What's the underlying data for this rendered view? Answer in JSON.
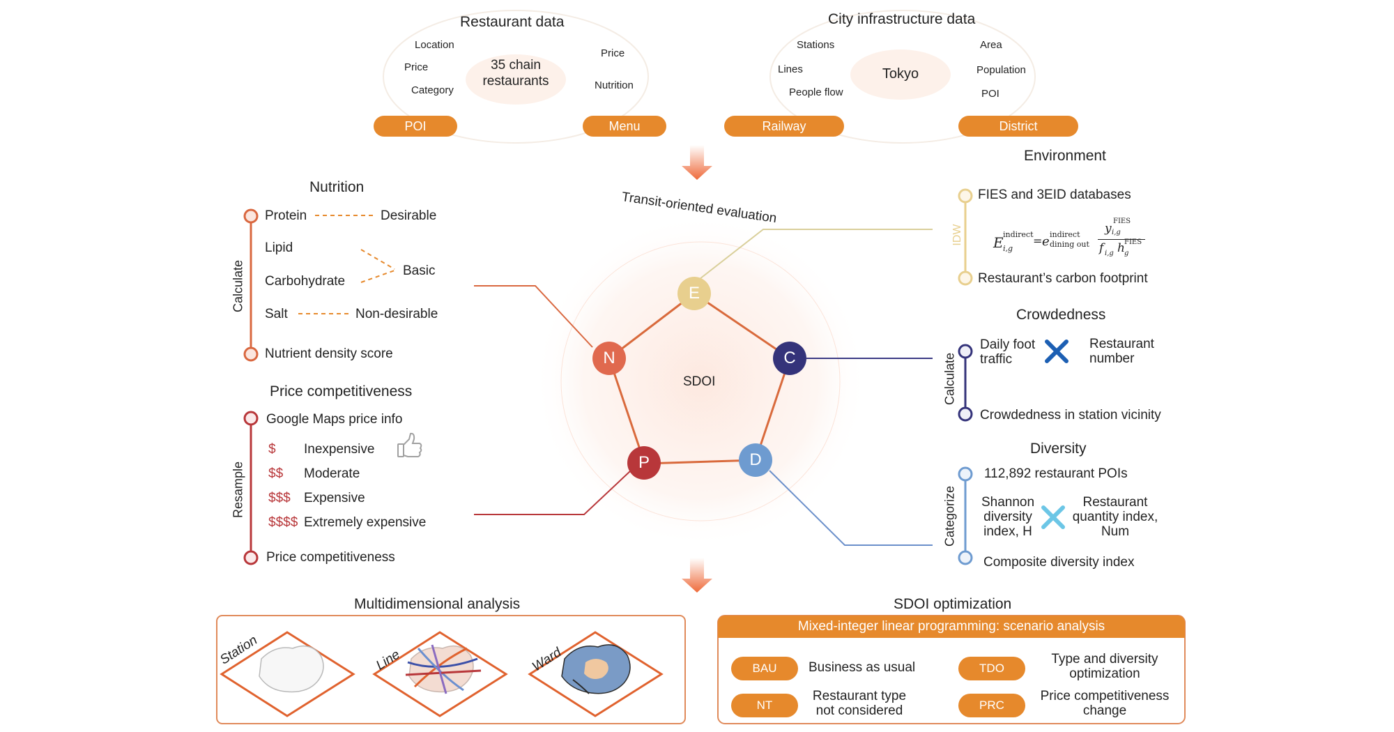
{
  "restaurant": {
    "title": "Restaurant data",
    "center": "35 chain\nrestaurants",
    "left_labels": [
      "Location",
      "Price",
      "Category"
    ],
    "right_labels": [
      "Price",
      "Nutrition"
    ],
    "pill_left": "POI",
    "pill_right": "Menu"
  },
  "city": {
    "title": "City infrastructure data",
    "center": "Tokyo",
    "left_labels": [
      "Stations",
      "Lines",
      "People flow"
    ],
    "right_labels": [
      "Area",
      "Population",
      "POI"
    ],
    "pill_left": "Railway",
    "pill_right": "District"
  },
  "center": {
    "arc_title": "Transit-oriented evaluation",
    "sdoi": "SDOI",
    "nodes": {
      "E": "E",
      "C": "C",
      "D": "D",
      "P": "P",
      "N": "N"
    }
  },
  "nutrition": {
    "title": "Nutrition",
    "side": "Calculate",
    "protein": "Protein",
    "desirable": "Desirable",
    "lipid": "Lipid",
    "carbohydrate": "Carbohydrate",
    "basic": "Basic",
    "salt": "Salt",
    "non_desirable": "Non-desirable",
    "result": "Nutrient density score"
  },
  "price": {
    "title": "Price competitiveness",
    "side": "Resample",
    "top": "Google Maps price info",
    "levels": [
      {
        "sym": "$",
        "label": "Inexpensive"
      },
      {
        "sym": "$$",
        "label": "Moderate"
      },
      {
        "sym": "$$$",
        "label": "Expensive"
      },
      {
        "sym": "$$$$",
        "label": "Extremely expensive"
      }
    ],
    "result": "Price competitiveness",
    "icon": "thumbs-up-icon"
  },
  "environment": {
    "title": "Environment",
    "side": "IDW",
    "top": "FIES and 3EID databases",
    "result": "Restaurant’s carbon footprint",
    "formula": {
      "lhs": "E",
      "lhs_sup": "indirect",
      "lhs_sub": "i,g",
      "eq": "=",
      "e": "e",
      "e_sup": "indirect",
      "e_sub": "dining out",
      "num": "y",
      "num_sup": "FIES",
      "num_sub": "i,g",
      "den_f": "f",
      "den_f_sub": "i,g",
      "den_h": "h",
      "den_h_sup": "FIES",
      "den_h_sub": "g"
    }
  },
  "crowdedness": {
    "title": "Crowdedness",
    "side": "Calculate",
    "left": "Daily foot\ntraffic",
    "right": "Restaurant\nnumber",
    "result": "Crowdedness in station vicinity"
  },
  "diversity": {
    "title": "Diversity",
    "side": "Categorize",
    "top": "112,892 restaurant POIs",
    "left": "Shannon\ndiversity\nindex, H",
    "right": "Restaurant\nquantity index,\nNum",
    "result": "Composite diversity index"
  },
  "multi": {
    "title": "Multidimensional analysis",
    "labels": [
      "Station",
      "Line",
      "Ward"
    ]
  },
  "optim": {
    "title": "SDOI optimization",
    "banner": "Mixed-integer linear programming: scenario analysis",
    "items": [
      {
        "tag": "BAU",
        "desc": "Business as usual"
      },
      {
        "tag": "NT",
        "desc": "Restaurant type\nnot considered"
      },
      {
        "tag": "TDO",
        "desc": "Type and diversity\noptimization"
      },
      {
        "tag": "PRC",
        "desc": "Price competitiveness\nchange"
      }
    ]
  },
  "colors": {
    "orange": "#e6892c",
    "E": "#e8cf8e",
    "C": "#34337a",
    "D": "#6e9bd0",
    "P": "#b8373a",
    "N": "#e0694e"
  }
}
